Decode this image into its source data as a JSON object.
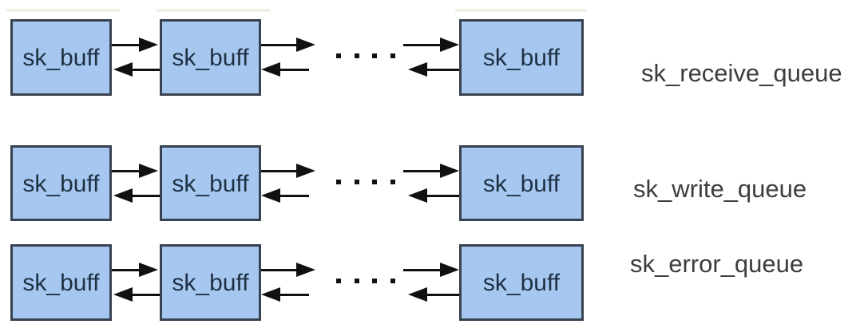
{
  "diagram": {
    "title_semantic": "sk_buff socket queues",
    "box_label": "sk_buff",
    "ellipsis_dots": 4,
    "rows": [
      {
        "queue_label": "sk_receive_queue",
        "boxes": [
          "sk_buff",
          "sk_buff",
          "sk_buff"
        ]
      },
      {
        "queue_label": "sk_write_queue",
        "boxes": [
          "sk_buff",
          "sk_buff",
          "sk_buff"
        ]
      },
      {
        "queue_label": "sk_error_queue",
        "boxes": [
          "sk_buff",
          "sk_buff",
          "sk_buff"
        ]
      }
    ],
    "colors": {
      "background": "#ffffff",
      "box_fill": "#a6c8f0",
      "box_border": "#384250",
      "box_text": "#1f3044",
      "arrow": "#111111",
      "label_text": "#3d3d3d"
    }
  }
}
